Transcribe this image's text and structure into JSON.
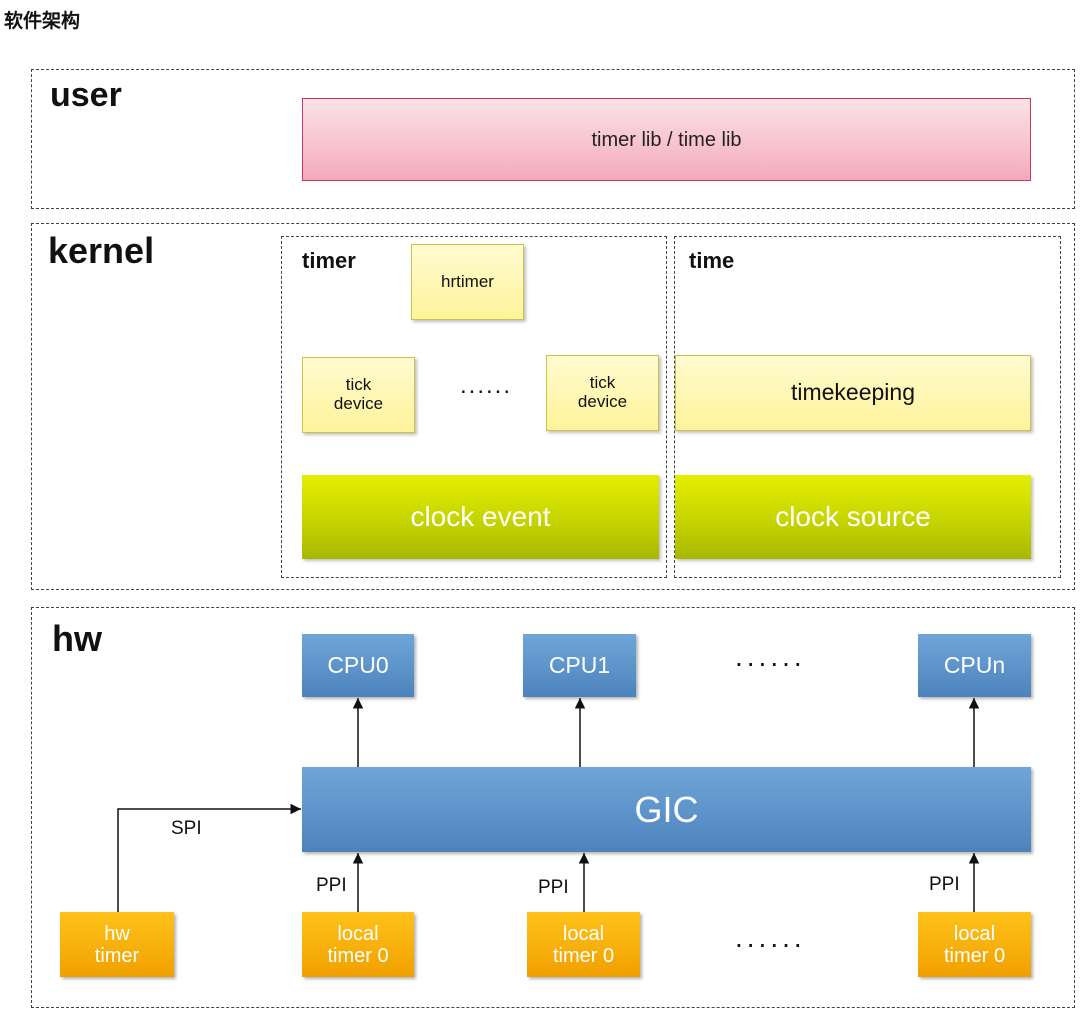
{
  "heading": "软件架构",
  "user": {
    "label": "user",
    "lib_box": "timer lib / time lib"
  },
  "kernel": {
    "label": "kernel",
    "timer": {
      "label": "timer",
      "hrtimer": "hrtimer",
      "tick_device_1": "tick\ndevice",
      "ellipsis": "......",
      "tick_device_2": "tick\ndevice",
      "clock_event": "clock event"
    },
    "time": {
      "label": "time",
      "timekeeping": "timekeeping",
      "clock_source": "clock source"
    }
  },
  "hw": {
    "label": "hw",
    "cpus": [
      "CPU0",
      "CPU1",
      "CPUn"
    ],
    "cpu_ellipsis": "......",
    "gic": "GIC",
    "spi_label": "SPI",
    "ppi_label": "PPI",
    "hw_timer": "hw\ntimer",
    "local_timers": [
      "local\ntimer 0",
      "local\ntimer 0",
      "local\ntimer 0"
    ],
    "timer_ellipsis": "......"
  },
  "colors": {
    "pink": "#f4aabb",
    "yellow": "#fff39a",
    "green": "#c5d400",
    "blue": "#5b92c9",
    "orange": "#f7b200"
  }
}
